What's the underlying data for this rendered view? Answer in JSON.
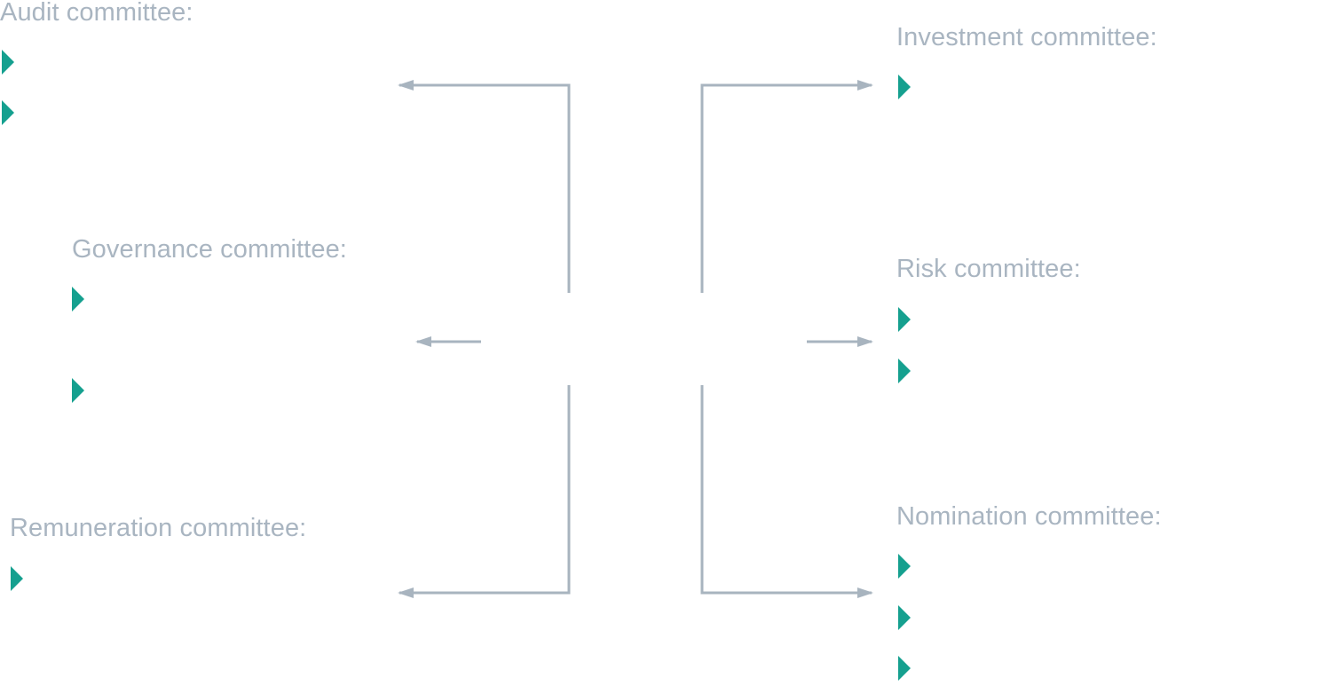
{
  "colors": {
    "title_text": "#a9b5c1",
    "connector": "#a8b4bf",
    "bullet": "#15a08f"
  },
  "committees": {
    "audit": {
      "title": "Audit committee:",
      "bullet_count": 2
    },
    "governance": {
      "title": "Governance committee:",
      "bullet_count": 2
    },
    "remuneration": {
      "title": "Remuneration committee:",
      "bullet_count": 1
    },
    "investment": {
      "title": "Investment committee:",
      "bullet_count": 1
    },
    "risk": {
      "title": "Risk committee:",
      "bullet_count": 2
    },
    "nomination": {
      "title": "Nomination committee:",
      "bullet_count": 3
    }
  },
  "icons": {
    "bullet": "triangle-right-icon",
    "arrow": "arrow-icon"
  }
}
